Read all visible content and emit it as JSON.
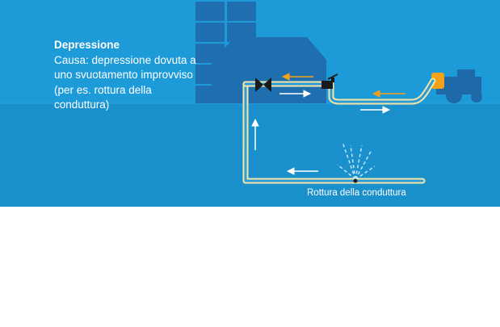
{
  "caption": {
    "title": "Depressione",
    "description": "Causa: depressione dovuta a uno svuotamento improvviso (per es. rottura della conduttura)"
  },
  "break_label": "Rottura della conduttura",
  "colors": {
    "sky": "#1d9ad8",
    "ground": "#1a8fcb",
    "building": "#1f6fb0",
    "tractor": "#1e6aa9",
    "tank": "#f5a21b",
    "pipe_outer": "#f3e6a8",
    "pipe_inner": "#2e9ad6",
    "arrow_white": "#ffffff",
    "arrow_orange": "#f5a21b"
  },
  "icons": [
    "building-icon",
    "tractor-icon",
    "tank-icon",
    "valve-icon",
    "faucet-icon",
    "water-spray-icon"
  ]
}
